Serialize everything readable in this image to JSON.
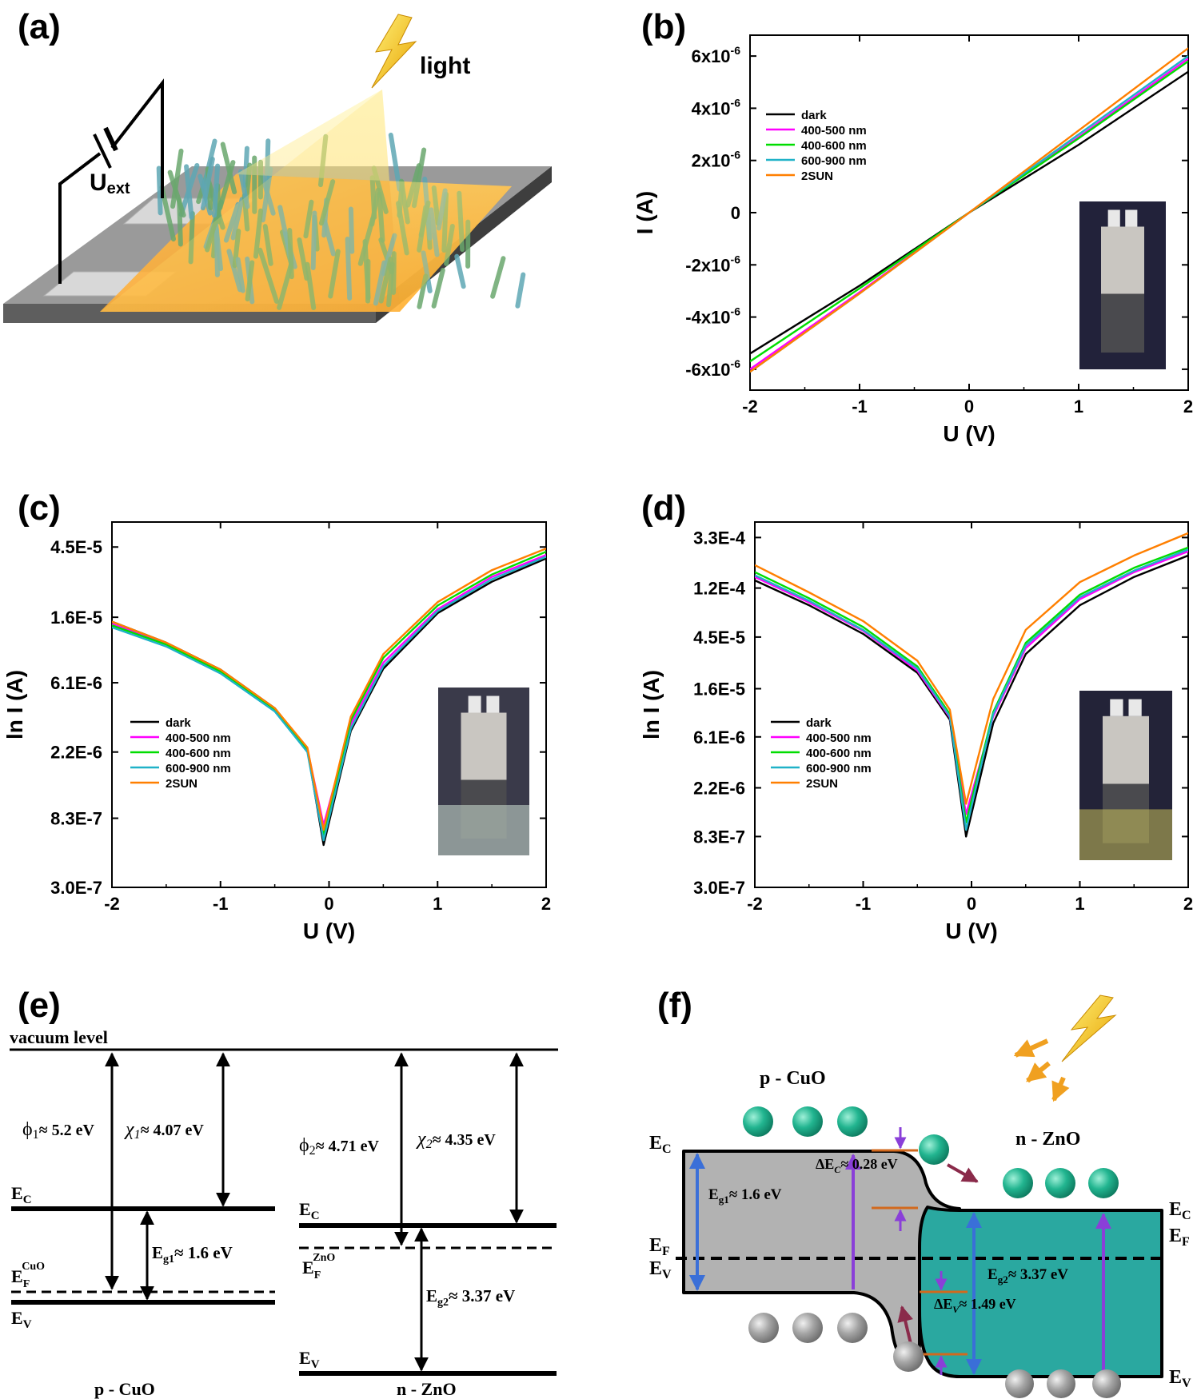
{
  "panels": {
    "a": "(a)",
    "b": "(b)",
    "c": "(c)",
    "d": "(d)",
    "e": "(e)",
    "f": "(f)"
  },
  "schematic_a": {
    "light": "light",
    "uext_main": "U",
    "uext_sub": "ext"
  },
  "chart_data": [
    {
      "type": "line",
      "panel": "(b)",
      "title": "",
      "xlabel": "U (V)",
      "ylabel": "I (A)",
      "xlim": [
        -2,
        2
      ],
      "ylim": [
        -6.8e-06,
        6.8e-06
      ],
      "xticks": [
        -2,
        -1,
        0,
        1,
        2
      ],
      "yticks": [
        -6e-06,
        -4e-06,
        -2e-06,
        0,
        2e-06,
        4e-06,
        6e-06
      ],
      "ytick_labels": [
        {
          "base": "-6x10",
          "exp": "-6"
        },
        {
          "base": "-4x10",
          "exp": "-6"
        },
        {
          "base": "-2x10",
          "exp": "-6"
        },
        {
          "base": "0",
          "exp": ""
        },
        {
          "base": "2x10",
          "exp": "-6"
        },
        {
          "base": "4x10",
          "exp": "-6"
        },
        {
          "base": "6x10",
          "exp": "-6"
        }
      ],
      "legend_position": "left",
      "grid": false,
      "inset": "device photo (bottom-right)",
      "series": [
        {
          "name": "dark",
          "color": "#000000",
          "x": [
            -2,
            -1,
            0,
            1,
            2
          ],
          "y": [
            -5.4e-06,
            -2.8e-06,
            0,
            2.6e-06,
            5.4e-06
          ]
        },
        {
          "name": "400-500 nm",
          "color": "#ff00ff",
          "x": [
            -2,
            -1,
            0,
            1,
            2
          ],
          "y": [
            -6e-06,
            -3.05e-06,
            0,
            2.9e-06,
            5.9e-06
          ]
        },
        {
          "name": "400-600 nm",
          "color": "#00dd00",
          "x": [
            -2,
            -1,
            0,
            1,
            2
          ],
          "y": [
            -5.7e-06,
            -2.9e-06,
            0,
            2.85e-06,
            5.8e-06
          ]
        },
        {
          "name": "600-900 nm",
          "color": "#20b2c8",
          "x": [
            -2,
            -1,
            0,
            1,
            2
          ],
          "y": [
            -6.1e-06,
            -3.1e-06,
            0,
            3e-06,
            6e-06
          ]
        },
        {
          "name": "2SUN",
          "color": "#ff7f00",
          "x": [
            -2,
            -1,
            0,
            1,
            2
          ],
          "y": [
            -6.1e-06,
            -3.1e-06,
            0,
            3.15e-06,
            6.3e-06
          ]
        }
      ]
    },
    {
      "type": "line",
      "panel": "(c)",
      "title": "",
      "xlabel": "U (V)",
      "ylabel": "ln I (A)",
      "xlim": [
        -2,
        2
      ],
      "ylim": [
        3e-07,
        6.5e-05
      ],
      "yscale": "log",
      "xticks": [
        -2,
        -1,
        0,
        1,
        2
      ],
      "yticks": [
        3e-07,
        8.3e-07,
        2.2e-06,
        6.1e-06,
        1.6e-05,
        4.5e-05
      ],
      "ytick_labels": [
        "3.0E-7",
        "8.3E-7",
        "2.2E-6",
        "6.1E-6",
        "1.6E-5",
        "4.5E-5"
      ],
      "legend_position": "left",
      "grid": false,
      "inset": "device photo (bottom-right)",
      "series": [
        {
          "name": "dark",
          "color": "#000000",
          "x": [
            -2,
            -1.5,
            -1,
            -0.5,
            -0.2,
            -0.05,
            0.2,
            0.5,
            1,
            1.5,
            2
          ],
          "y": [
            1.5e-05,
            1.1e-05,
            7.4e-06,
            4.2e-06,
            2.3e-06,
            5.6e-07,
            3e-06,
            7.5e-06,
            1.7e-05,
            2.7e-05,
            3.8e-05
          ]
        },
        {
          "name": "400-500 nm",
          "color": "#ff00ff",
          "x": [
            -2,
            -1.5,
            -1,
            -0.5,
            -0.2,
            -0.05,
            0.2,
            0.5,
            1,
            1.5,
            2
          ],
          "y": [
            1.45e-05,
            1.08e-05,
            7.3e-06,
            4.1e-06,
            2.3e-06,
            7.5e-07,
            3.3e-06,
            8.2e-06,
            1.8e-05,
            2.9e-05,
            4e-05
          ]
        },
        {
          "name": "400-600 nm",
          "color": "#00dd00",
          "x": [
            -2,
            -1.5,
            -1,
            -0.5,
            -0.2,
            -0.05,
            0.2,
            0.5,
            1,
            1.5,
            2
          ],
          "y": [
            1.42e-05,
            1.07e-05,
            7.2e-06,
            4.1e-06,
            2.3e-06,
            6.5e-07,
            3.5e-06,
            8.8e-06,
            1.9e-05,
            3e-05,
            4.2e-05
          ]
        },
        {
          "name": "600-900 nm",
          "color": "#20b2c8",
          "x": [
            -2,
            -1.5,
            -1,
            -0.5,
            -0.2,
            -0.05,
            0.2,
            0.5,
            1,
            1.5,
            2
          ],
          "y": [
            1.38e-05,
            1.04e-05,
            7e-06,
            4e-06,
            2.2e-06,
            6e-07,
            3.1e-06,
            7.8e-06,
            1.75e-05,
            2.8e-05,
            3.9e-05
          ]
        },
        {
          "name": "2SUN",
          "color": "#ff7f00",
          "x": [
            -2,
            -1.5,
            -1,
            -0.5,
            -0.2,
            -0.05,
            0.2,
            0.5,
            1,
            1.5,
            2
          ],
          "y": [
            1.5e-05,
            1.1e-05,
            7.4e-06,
            4.2e-06,
            2.35e-06,
            7e-07,
            3.7e-06,
            9.3e-06,
            2e-05,
            3.2e-05,
            4.4e-05
          ]
        }
      ]
    },
    {
      "type": "line",
      "panel": "(d)",
      "title": "",
      "xlabel": "U (V)",
      "ylabel": "ln I (A)",
      "xlim": [
        -2,
        2
      ],
      "ylim": [
        3e-07,
        0.00045
      ],
      "yscale": "log",
      "xticks": [
        -2,
        -1,
        0,
        1,
        2
      ],
      "yticks": [
        3e-07,
        8.3e-07,
        2.2e-06,
        6.1e-06,
        1.6e-05,
        4.5e-05,
        0.00012,
        0.00033
      ],
      "ytick_labels": [
        "3.0E-7",
        "8.3E-7",
        "2.2E-6",
        "6.1E-6",
        "1.6E-5",
        "4.5E-5",
        "1.2E-4",
        "3.3E-4"
      ],
      "legend_position": "left",
      "grid": false,
      "inset": "device photo (bottom-right)",
      "series": [
        {
          "name": "dark",
          "color": "#000000",
          "x": [
            -2,
            -1.5,
            -1,
            -0.5,
            -0.2,
            -0.05,
            0.2,
            0.5,
            1,
            1.5,
            2
          ],
          "y": [
            0.00014,
            8.5e-05,
            4.8e-05,
            2.2e-05,
            8.6e-06,
            8.3e-07,
            8e-06,
            3.2e-05,
            8.5e-05,
            0.00015,
            0.00023
          ]
        },
        {
          "name": "400-500 nm",
          "color": "#ff00ff",
          "x": [
            -2,
            -1.5,
            -1,
            -0.5,
            -0.2,
            -0.05,
            0.2,
            0.5,
            1,
            1.5,
            2
          ],
          "y": [
            0.00015,
            9e-05,
            5.1e-05,
            2.3e-05,
            9e-06,
            1.3e-06,
            9.2e-06,
            3.6e-05,
            9.6e-05,
            0.000165,
            0.00025
          ]
        },
        {
          "name": "400-600 nm",
          "color": "#00dd00",
          "x": [
            -2,
            -1.5,
            -1,
            -0.5,
            -0.2,
            -0.05,
            0.2,
            0.5,
            1,
            1.5,
            2
          ],
          "y": [
            0.000165,
            9.8e-05,
            5.5e-05,
            2.5e-05,
            9.6e-06,
            1.1e-06,
            1e-05,
            4e-05,
            0.000105,
            0.00018,
            0.00027
          ]
        },
        {
          "name": "600-900 nm",
          "color": "#20b2c8",
          "x": [
            -2,
            -1.5,
            -1,
            -0.5,
            -0.2,
            -0.05,
            0.2,
            0.5,
            1,
            1.5,
            2
          ],
          "y": [
            0.000155,
            9.3e-05,
            5.2e-05,
            2.4e-05,
            9.2e-06,
            9.5e-07,
            9.6e-06,
            3.8e-05,
            0.0001,
            0.00017,
            0.00026
          ]
        },
        {
          "name": "2SUN",
          "color": "#ff7f00",
          "x": [
            -2,
            -1.5,
            -1,
            -0.5,
            -0.2,
            -0.05,
            0.2,
            0.5,
            1,
            1.5,
            2
          ],
          "y": [
            0.00019,
            0.00011,
            6.2e-05,
            2.8e-05,
            1.05e-05,
            1.6e-06,
            1.3e-05,
            5.2e-05,
            0.000135,
            0.00023,
            0.00036
          ]
        }
      ]
    }
  ],
  "diagram_e": {
    "vacuum": "vacuum level",
    "phi1": "ϕ",
    "phi1_sub": "1",
    "phi1_val": "≈ 5.2 eV",
    "chi1": "χ",
    "chi1_sub": "1",
    "chi1_val": "≈ 4.07 eV",
    "phi2": "ϕ",
    "phi2_sub": "2",
    "phi2_val": "≈ 4.71 eV",
    "chi2": "χ",
    "chi2_sub": "2",
    "chi2_val": "≈ 4.35 eV",
    "ec": "E",
    "ec_sub": "C",
    "ev": "E",
    "ev_sub": "V",
    "ef1": "E",
    "ef1_sub": "F",
    "ef1_sup": "CuO",
    "ef2": "E",
    "ef2_sub": "F",
    "ef2_sup": "ZnO",
    "eg1": "E",
    "eg1_sub": "g1",
    "eg1_val": "≈ 1.6 eV",
    "eg2": "E",
    "eg2_sub": "g2",
    "eg2_val": "≈ 3.37 eV",
    "left_material": "p - CuO",
    "right_material": "n - ZnO"
  },
  "diagram_f": {
    "left_material": "p - CuO",
    "right_material": "n - ZnO",
    "ec": "E",
    "ec_sub": "C",
    "ef": "E",
    "ef_sub": "F",
    "ev": "E",
    "ev_sub": "V",
    "eg1": "E",
    "eg1_sub": "g1",
    "eg1_val": "≈ 1.6 eV",
    "eg2": "E",
    "eg2_sub": "g2",
    "eg2_val": "≈ 3.37 eV",
    "dec": "ΔE",
    "dec_sub": "C",
    "dec_val": "≈ 0.28 eV",
    "dev": "ΔE",
    "dev_sub": "V",
    "dev_val": "≈ 1.49 eV",
    "colors": {
      "cuo": "#b4b4b4",
      "zno": "#2aa8a0",
      "electron": "#22b590",
      "hole": "#9e9e9e"
    }
  }
}
